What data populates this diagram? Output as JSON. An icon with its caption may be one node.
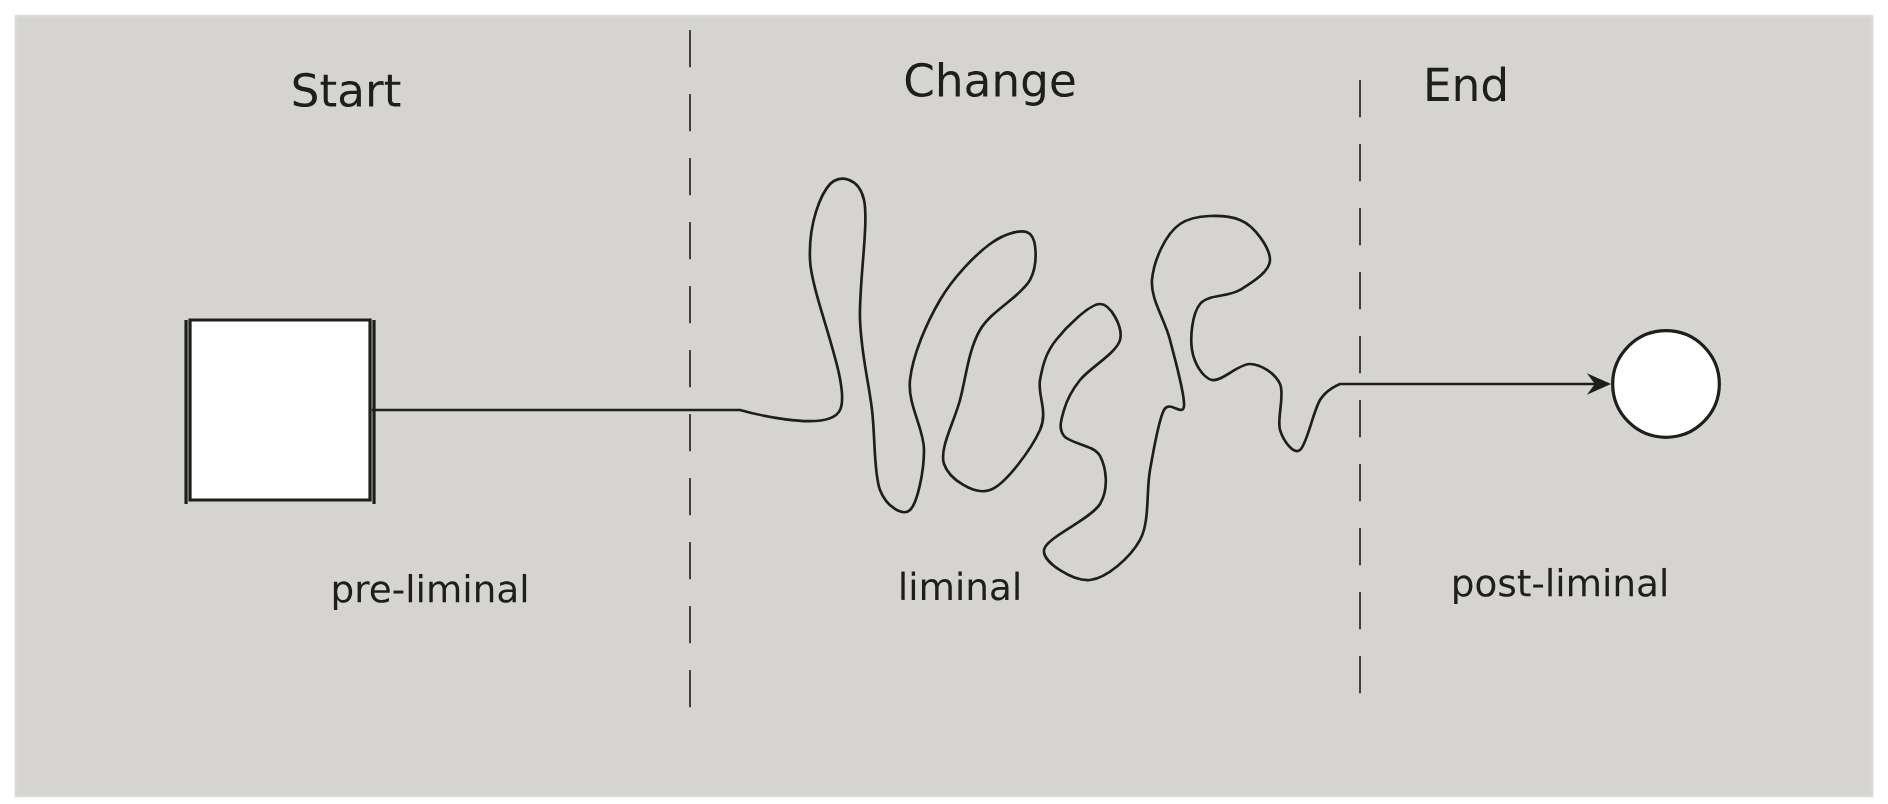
{
  "diagram": {
    "nodes": [
      {
        "text": [],
        "shape": "box"
      },
      {
        "text": [],
        "shape": "circle"
      }
    ],
    "edges": [
      {
        "from": 0,
        "to": 1,
        "arrow": "to"
      }
    ],
    "labels": [
      "Start",
      "Change",
      "End",
      "pre-liminal",
      "liminal",
      "post-liminal"
    ]
  }
}
